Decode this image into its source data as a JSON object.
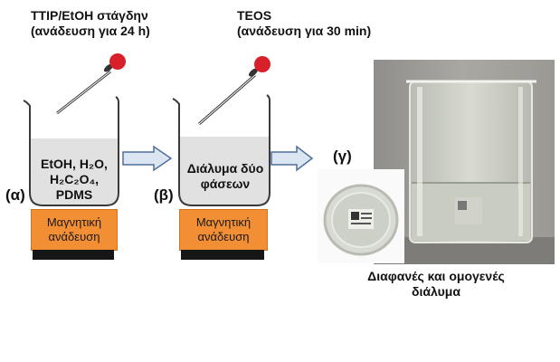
{
  "steps": [
    {
      "letter": "(α)",
      "reagent_line1": "TTIP/EtOH στάγδην",
      "reagent_line2": "(ανάδευση για 24 h)",
      "contents": [
        "EtOH, H₂O,",
        "H₂C₂O₄,",
        "PDMS"
      ],
      "stirrer_line1": "Μαγνητική",
      "stirrer_line2": "ανάδευση"
    },
    {
      "letter": "(β)",
      "reagent_line1": "TEOS",
      "reagent_line2": "(ανάδευση για 30 min)",
      "contents": [
        "Διάλυμα δύο",
        "φάσεων"
      ],
      "stirrer_line1": "Μαγνητική",
      "stirrer_line2": "ανάδευση"
    },
    {
      "letter": "(γ)",
      "caption_line1": "Διαφανές και ομογενές",
      "caption_line2": "διάλυμα"
    }
  ],
  "colors": {
    "stirrer": "#f28e34",
    "arrow_fill": "#dce6f2",
    "arrow_stroke": "#4f6f9a",
    "dropper_bulb": "#d8202a"
  }
}
